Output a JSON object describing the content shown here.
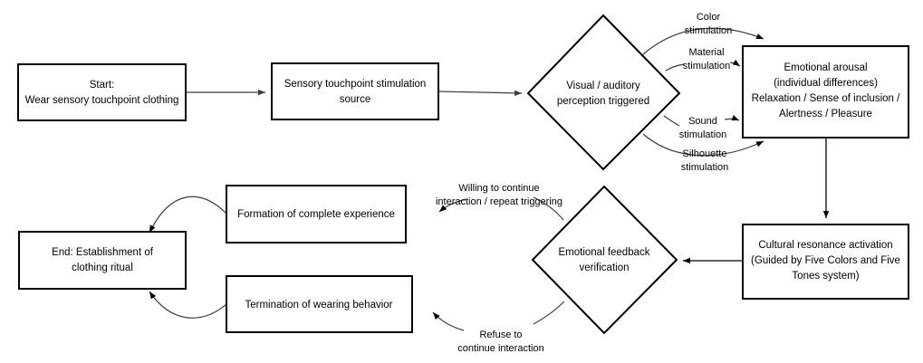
{
  "diagram": {
    "title": "Sensory touchpoint clothing ritual flowchart",
    "background_color": "#ffffff",
    "stroke_color": "#000000",
    "edge_color": "#3d3d3d",
    "nodes": [
      {
        "id": "start",
        "shape": "rectangle",
        "lines": [
          "Start:",
          "Wear sensory touchpoint clothing"
        ]
      },
      {
        "id": "stimulation-source",
        "shape": "rectangle",
        "lines": [
          "Sensory touchpoint stimulation",
          "source"
        ]
      },
      {
        "id": "perception-decision",
        "shape": "diamond",
        "lines": [
          "Visual / auditory",
          "perception triggered"
        ]
      },
      {
        "id": "emotional-arousal",
        "shape": "rectangle",
        "lines": [
          "Emotional arousal",
          "(individual differences)",
          "Relaxation / Sense of inclusion /",
          "Alertness / Pleasure"
        ]
      },
      {
        "id": "cultural-resonance",
        "shape": "rectangle",
        "lines": [
          "Cultural resonance activation",
          "(Guided by Five Colors and Five",
          "Tones system)"
        ]
      },
      {
        "id": "feedback-decision",
        "shape": "diamond",
        "lines": [
          "Emotional feedback",
          "verification"
        ]
      },
      {
        "id": "complete-experience",
        "shape": "rectangle",
        "lines": [
          "Formation of complete experience"
        ]
      },
      {
        "id": "termination",
        "shape": "rectangle",
        "lines": [
          "Termination of wearing behavior"
        ]
      },
      {
        "id": "end",
        "shape": "rectangle",
        "lines": [
          "End: Establishment of",
          "clothing ritual"
        ]
      }
    ],
    "edge_labels": [
      {
        "id": "color-stimulation",
        "lines": [
          "Color",
          "stimulation"
        ]
      },
      {
        "id": "material-stimulation",
        "lines": [
          "Material",
          "stimulation"
        ]
      },
      {
        "id": "sound-stimulation",
        "lines": [
          "Sound",
          "stimulation"
        ]
      },
      {
        "id": "silhouette-stimulation",
        "lines": [
          "Silhouette",
          "stimulation"
        ]
      },
      {
        "id": "willing-to-continue",
        "lines": [
          "Willing to continue",
          "interaction / repeat triggering"
        ]
      },
      {
        "id": "refuse-to-continue",
        "lines": [
          "Refuse to",
          "continue interaction"
        ]
      }
    ]
  }
}
